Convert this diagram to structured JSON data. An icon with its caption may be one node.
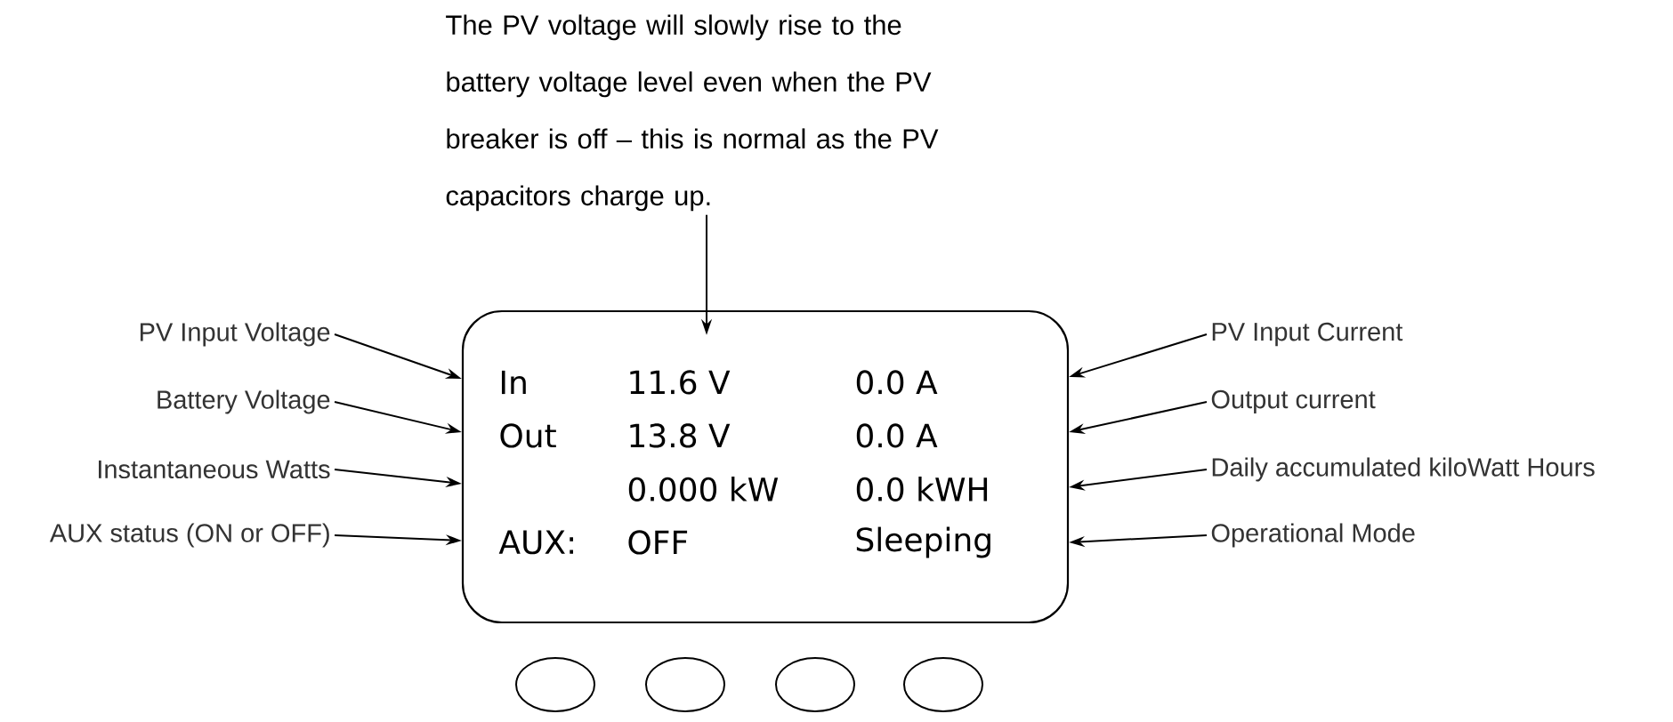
{
  "diagram": {
    "nodes": [
      {
        "text": [
          "The PV voltage will slowly rise to the battery voltage level even when the PV breaker is off – this is normal as the PV capacitors charge up."
        ]
      },
      {
        "text": [
          "PV Input Voltage"
        ]
      },
      {
        "text": [
          "Battery Voltage"
        ]
      },
      {
        "text": [
          "Instantaneous Watts"
        ]
      },
      {
        "text": [
          "AUX status (ON or OFF)"
        ]
      },
      {
        "text": [
          "In",
          "11.6 V",
          "0.0  A",
          "Out",
          "13.8 V",
          "0.0  A",
          "0.000 kW",
          "0.0  kWH",
          "AUX:",
          "OFF",
          "Sleeping"
        ]
      },
      {
        "text": [
          "PV Input Current"
        ]
      },
      {
        "text": [
          "Output current"
        ]
      },
      {
        "text": [
          "Daily accumulated kiloWatt Hours"
        ]
      },
      {
        "text": [
          "Operational Mode"
        ]
      },
      {
        "text": [],
        "shape": "ellipse"
      },
      {
        "text": [],
        "shape": "ellipse"
      },
      {
        "text": [],
        "shape": "ellipse"
      },
      {
        "text": [],
        "shape": "ellipse"
      }
    ],
    "edges": [
      {
        "from": 0,
        "to": 5,
        "arrow": "to"
      },
      {
        "from": 1,
        "to": 5,
        "arrow": "to"
      },
      {
        "from": 2,
        "to": 5,
        "arrow": "to"
      },
      {
        "from": 3,
        "to": 5,
        "arrow": "to"
      },
      {
        "from": 4,
        "to": 5,
        "arrow": "to"
      },
      {
        "from": 6,
        "to": 5,
        "arrow": "to"
      },
      {
        "from": 7,
        "to": 5,
        "arrow": "to"
      },
      {
        "from": 8,
        "to": 5,
        "arrow": "to"
      },
      {
        "from": 9,
        "to": 5,
        "arrow": "to"
      }
    ]
  }
}
